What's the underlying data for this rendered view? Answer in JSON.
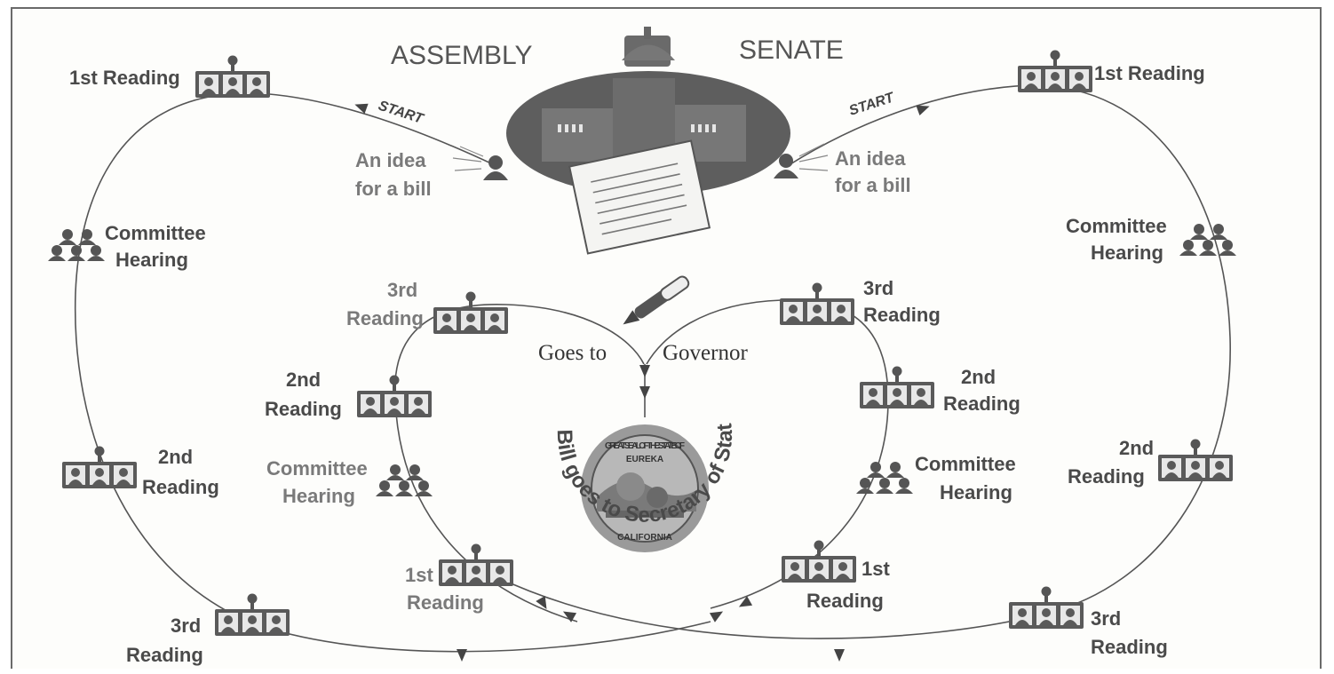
{
  "houses": {
    "assembly": "ASSEMBLY",
    "senate": "SENATE"
  },
  "start": {
    "assembly": "START",
    "senate": "START"
  },
  "idea": {
    "line1": "An idea",
    "line2": "for a bill"
  },
  "outer_left": {
    "first_reading": "1st Reading",
    "committee": [
      "Committee",
      "Hearing"
    ],
    "second_reading": [
      "2nd",
      "Reading"
    ],
    "third_reading": [
      "3rd",
      "Reading"
    ]
  },
  "outer_right": {
    "first_reading": "1st Reading",
    "committee": [
      "Committee",
      "Hearing"
    ],
    "second_reading": [
      "2nd",
      "Reading"
    ],
    "third_reading": [
      "3rd",
      "Reading"
    ]
  },
  "inner_left": {
    "third_reading": [
      "3rd",
      "Reading"
    ],
    "second_reading": [
      "2nd",
      "Reading"
    ],
    "committee": [
      "Committee",
      "Hearing"
    ],
    "first_reading": [
      "1st",
      "Reading"
    ]
  },
  "inner_right": {
    "third_reading": [
      "3rd",
      "Reading"
    ],
    "second_reading": [
      "2nd",
      "Reading"
    ],
    "committee": [
      "Committee",
      "Hearing"
    ],
    "first_reading": [
      "1st",
      "Reading"
    ]
  },
  "governor": {
    "left": "Goes to",
    "right": "Governor"
  },
  "secretary": "Bill goes to Secretary of State",
  "seal": {
    "top": "GREAT SEAL OF THE STATE OF",
    "motto": "EUREKA",
    "bottom": "CALIFORNIA"
  }
}
